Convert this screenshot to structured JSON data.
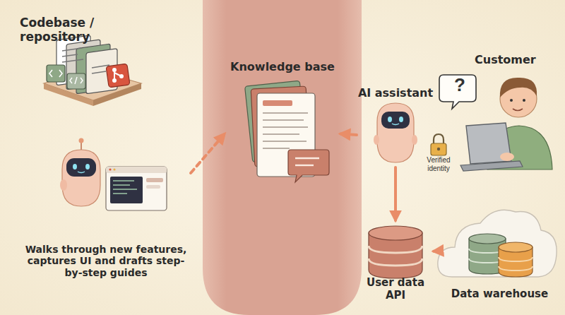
{
  "diagram": {
    "nodes": [
      {
        "text": [
          "Codebase / repository"
        ]
      },
      {
        "text": [
          "Walks through new features, captures UI and drafts step-by-step guides"
        ]
      },
      {
        "text": [
          "Knowledge base"
        ]
      },
      {
        "text": [
          "AI assistant"
        ]
      },
      {
        "text": [
          "Customer"
        ]
      },
      {
        "text": [
          "User data API"
        ]
      },
      {
        "text": [
          "Data warehouse"
        ]
      }
    ],
    "edges": [
      {
        "from": 1,
        "to": 2,
        "arrow": "to"
      },
      {
        "from": 3,
        "to": 2,
        "arrow": "to"
      },
      {
        "from": 3,
        "to": 5,
        "arrow": "to"
      },
      {
        "from": 6,
        "to": 5,
        "arrow": "to"
      }
    ],
    "labels": [
      "?",
      "Verified identity"
    ]
  }
}
